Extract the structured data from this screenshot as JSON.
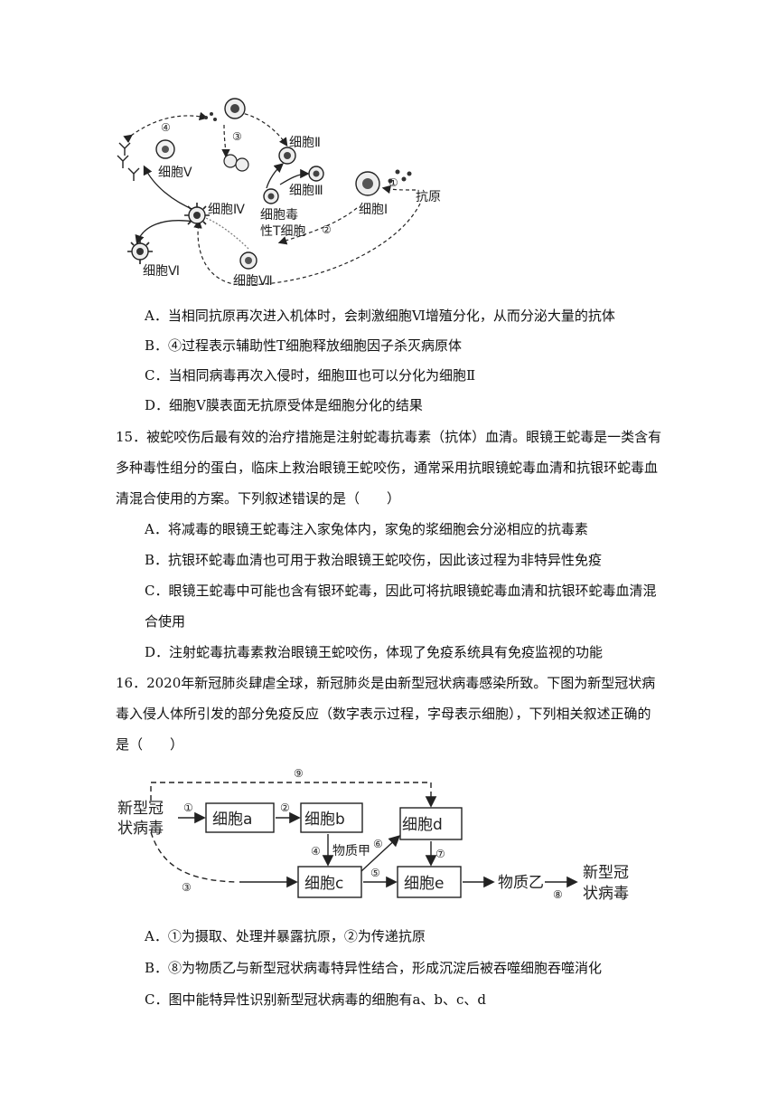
{
  "figure1": {
    "labels": {
      "c1": "细胞Ⅰ",
      "c2": "细胞Ⅱ",
      "c3": "细胞Ⅲ",
      "c4": "细胞Ⅳ",
      "c5": "细胞Ⅴ",
      "c6": "细胞Ⅵ",
      "c7": "细胞Ⅶ",
      "ctl_1": "细胞毒",
      "ctl_2": "性T细胞",
      "antigen": "抗原",
      "p1": "①",
      "p2": "②",
      "p3": "③",
      "p4": "④"
    }
  },
  "q14_options": [
    "A．当相同抗原再次进入机体时，会刺激细胞Ⅵ增殖分化，从而分泌大量的抗体",
    "B．④过程表示辅助性T细胞释放细胞因子杀灭病原体",
    "C．当相同病毒再次入侵时，细胞Ⅲ也可以分化为细胞Ⅱ",
    "D．细胞Ⅴ膜表面无抗原受体是细胞分化的结果"
  ],
  "q15": {
    "stem": [
      "15．被蛇咬伤后最有效的治疗措施是注射蛇毒抗毒素（抗体）血清。眼镜王蛇毒是一类含有",
      "多种毒性组分的蛋白，临床上救治眼镜王蛇咬伤，通常采用抗眼镜蛇毒血清和抗银环蛇毒血",
      "清混合使用的方案。下列叙述错误的是（　　）"
    ],
    "options": [
      "A．将减毒的眼镜王蛇毒注入家兔体内，家兔的浆细胞会分泌相应的抗毒素",
      "B．抗银环蛇毒血清也可用于救治眼镜王蛇咬伤，因此该过程为非特异性免疫",
      "C．眼镜王蛇毒中可能也含有银环蛇毒，因此可将抗眼镜蛇毒血清和抗银环蛇毒血清混",
      "合使用",
      "D．注射蛇毒抗毒素救治眼镜王蛇咬伤，体现了免疫系统具有免疫监视的功能"
    ]
  },
  "q16": {
    "stem": [
      "16．2020年新冠肺炎肆虐全球，新冠肺炎是由新型冠状病毒感染所致。下图为新型冠状病",
      "毒入侵人体所引发的部分免疫反应（数字表示过程，字母表示细胞），下列相关叙述正确的",
      "是（　　）"
    ],
    "options": [
      "A．①为摄取、处理并暴露抗原，②为传递抗原",
      "B．⑧为物质乙与新型冠状病毒特异性结合，形成沉淀后被吞噬细胞吞噬消化",
      "C．图中能特异性识别新型冠状病毒的细胞有a、b、c、d"
    ]
  },
  "figure2": {
    "virus_l1": "新型冠",
    "virus_l2": "状病毒",
    "cell_a": "细胞a",
    "cell_b": "细胞b",
    "cell_c": "细胞c",
    "cell_d": "细胞d",
    "cell_e": "细胞e",
    "substance_jia": "物质甲",
    "substance_yi": "物质乙",
    "virus2_l1": "新型冠",
    "virus2_l2": "状病毒",
    "p1": "①",
    "p2": "②",
    "p3": "③",
    "p4": "④",
    "p5": "⑤",
    "p6": "⑥",
    "p7": "⑦",
    "p8": "⑧",
    "p9": "⑨"
  }
}
